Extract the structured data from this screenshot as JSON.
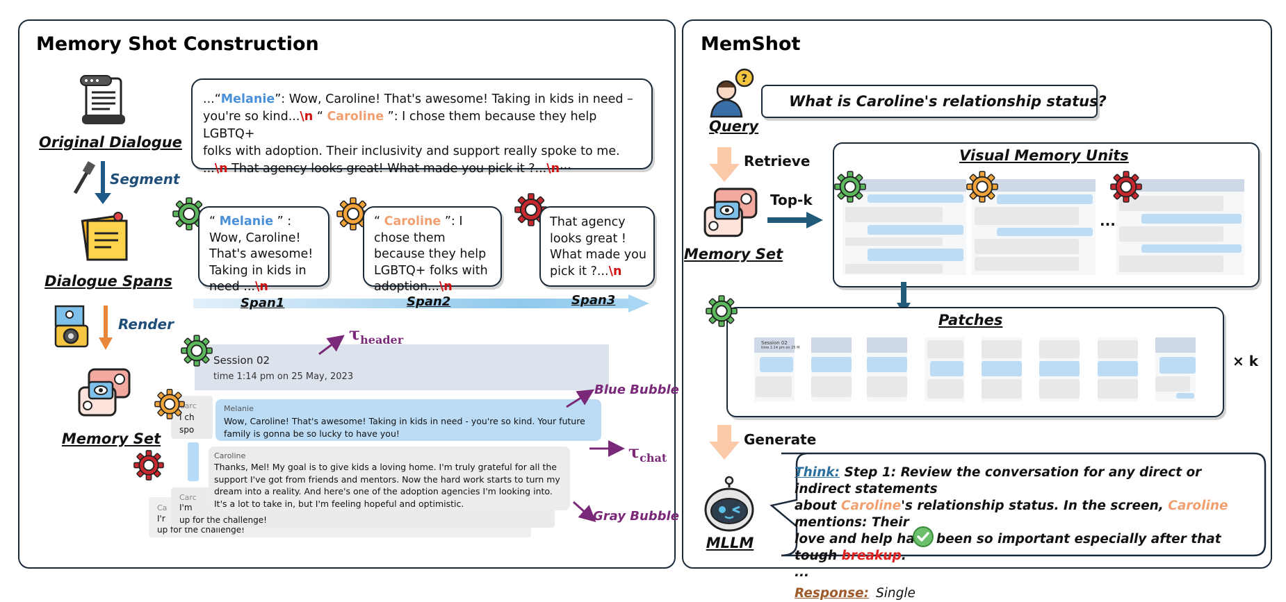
{
  "left": {
    "title": "Memory Shot Construction",
    "labels": {
      "original_dialogue": "Original Dialogue",
      "segment": "Segment",
      "dialogue_spans": "Dialogue Spans",
      "render": "Render",
      "memory_set": "Memory Set"
    },
    "dialogue": {
      "l1_pre": "...“",
      "melanie": "Melanie",
      "l1_post": "”: Wow, Caroline! That's awesome! Taking in kids in need –",
      "l2_pre": "you're so kind...",
      "nl": "\\n",
      "l2_mid": " “ ",
      "caroline": "Caroline",
      "l2_post": " ”: I chose them because they help LGBTQ+",
      "l3": "folks with adoption.  Their inclusivity and support really spoke to me.",
      "l4_pre": "...",
      "l4_mid": " That agency looks great! What made you pick it ?...",
      "l4_end": "···"
    },
    "spans": [
      {
        "label": "Span1",
        "q1": "“ ",
        "name": "Melanie",
        "q2": " ” : Wow,",
        "body": "Caroline! That's awesome! Taking in kids in need ...",
        "nl": "\\n"
      },
      {
        "label": "Span2",
        "q1": "“ ",
        "name": "Caroline",
        "q2": " ”: I chose",
        "body": "them because they help LGBTQ+ folks with adoption...",
        "nl": "\\n"
      },
      {
        "label": "Span3",
        "body": "That agency looks great ! What made you pick it ?...",
        "nl": "\\n"
      }
    ],
    "render": {
      "session": "Session 02",
      "time": "time 1:14 pm on 25 May, 2023",
      "tau_header": "τ",
      "tau_header_sub": "header",
      "tau_chat": "τ",
      "tau_chat_sub": "chat",
      "blue_bubble": "Blue Bubble",
      "gray_bubble": "Gray Bubble",
      "melanie_name": "Melanie",
      "melanie_msg": "Wow, Caroline! That's awesome! Taking in kids in need - you're so kind. Your future family is gonna be so lucky to have you!",
      "caroline_name": "Caroline",
      "caroline_msg": "Thanks, Mel! My goal is to give kids a loving home. I'm truly grateful for all the support I've got from friends and mentors. Now the hard work starts to turn my dream into a reality. And here's one of the adoption agencies I'm looking into. It's a lot to take in, but I'm feeling hopeful and optimistic.",
      "back1_name": "Carc",
      "back1_l1": "I'm",
      "back1_l2": "up for the challenge!",
      "back2_name": "Ca",
      "back2_l1": "I'r",
      "back2_l2": "up for the challenge!",
      "back3_name": "Carc",
      "back3_l1": "I ch",
      "back3_l2": "spo"
    }
  },
  "right": {
    "title": "MemShot",
    "query_label": "Query",
    "question": "What is Caroline's relationship status?",
    "retrieve": "Retrieve",
    "topk": "Top-k",
    "memory_set": "Memory Set",
    "vmu_title": "Visual Memory Units",
    "ellipsis": "...",
    "patches_title": "Patches",
    "times_k": "× k",
    "generate": "Generate",
    "mllm": "MLLM",
    "think_label": "Think:",
    "think_1": " Step 1: Review the conversation for any direct or indirect statements",
    "think_2a": "about ",
    "think_2b": "Caroline",
    "think_2c": "'s relationship status. In the screen, ",
    "think_2d": "Caroline",
    "think_2e": " mentions: Their",
    "think_3a": "love and help have been so important especially after that tough ",
    "think_3b": "breakup",
    "think_3c": ".",
    "think_4": "...",
    "response_label": "Response:",
    "response_value": "Single",
    "patch_session": "Session 02",
    "patch_time": "time 1:14 pm on 25 M"
  },
  "colors": {
    "panel_border": "#1a2a3a",
    "melanie": "#4a90d9",
    "caroline": "#f0a070",
    "newline": "#d01010",
    "annotation": "#7a2878",
    "arrow_dark": "#1f5a78",
    "gear_green": "#5cb85c",
    "gear_orange": "#f2a43a",
    "gear_red": "#c8282e"
  }
}
